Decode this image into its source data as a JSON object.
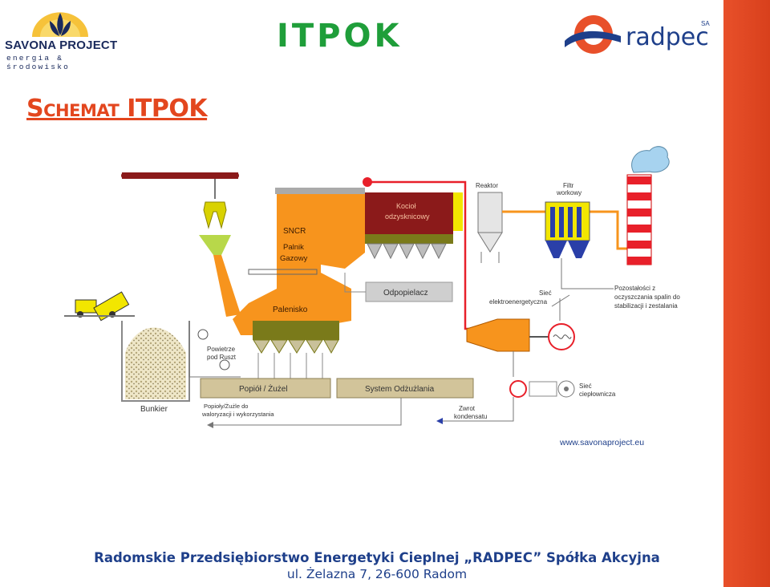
{
  "header": {
    "savona_logo": {
      "name": "SAVONA PROJECT",
      "tagline": "energia & środowisko"
    },
    "itpok_logo": "ITPOK",
    "radpec_logo": {
      "name": "radpec",
      "suffix": "SA"
    }
  },
  "slide": {
    "title": "Schemat ITPOK"
  },
  "diagram": {
    "labels": {
      "snr": "SNCR",
      "palnik_1": "Palnik",
      "palnik_2": "Gazowy",
      "kociol_1": "Kocioł",
      "kociol_2": "odzysknicowy",
      "reaktor": "Reaktor",
      "filtr_1": "Filtr",
      "filtr_2": "workowy",
      "odpopielacz": "Odpopielacz",
      "palenisko": "Palenisko",
      "siec_elektro_1": "Sieć",
      "siec_elektro_2": "elektroenergetyczna",
      "pozostalosci_1": "Pozostałości z",
      "pozostalosci_2": "oczyszczania spalin do",
      "pozostalosci_3": "stabilizacji i zestalania",
      "powietrze_1": "Powietrze",
      "powietrze_2": "pod Ruszt",
      "popiol": "Popiół / Żużel",
      "system": "System Odżużlania",
      "siec_ciepl_1": "Sieć",
      "siec_ciepl_2": "ciepłownicza",
      "bunkier": "Bunkier",
      "popioly_1": "Popioły/Żużle do",
      "popioly_2": "waloryzacji i wykorzystania",
      "zwrot_1": "Zwrot",
      "zwrot_2": "kondensatu",
      "website": "www.savonaproject.eu"
    },
    "colors": {
      "furnace": "#f7941d",
      "boiler": "#8b1a1a",
      "steam_line": "#e8202a",
      "flue_line": "#f7941d",
      "stack_red": "#e8202a",
      "gray_box": "#cfcfcf",
      "tan_box": "#d2c49a",
      "filter_blue": "#2a3fa8",
      "filter_yellow": "#f2e600"
    }
  },
  "footer": {
    "line1": "Radomskie Przedsiębiorstwo Energetyki Cieplnej „RADPEC” Spółka Akcyjna",
    "line2": "ul. Żelazna 7, 26-600 Radom"
  }
}
